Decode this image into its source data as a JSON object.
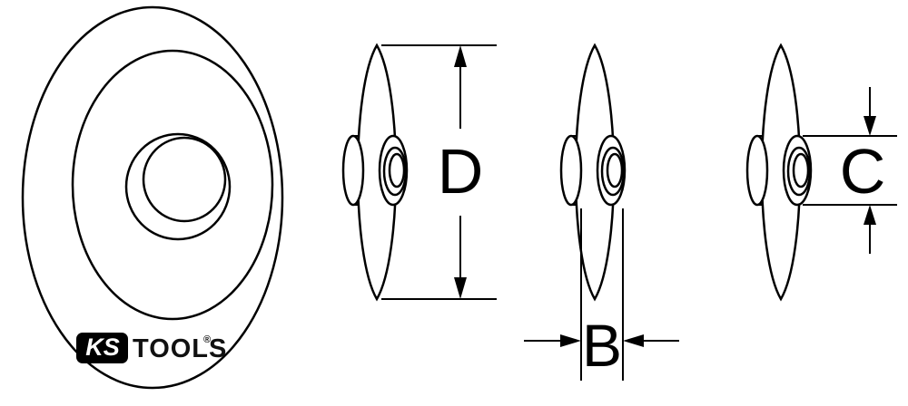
{
  "labels": {
    "dim_d": "D",
    "dim_b": "B",
    "dim_c": "C"
  },
  "logo": {
    "ks": "KS",
    "tools": "TOOLS",
    "registered": "®"
  },
  "colors": {
    "line": "#000000",
    "background": "#ffffff"
  }
}
